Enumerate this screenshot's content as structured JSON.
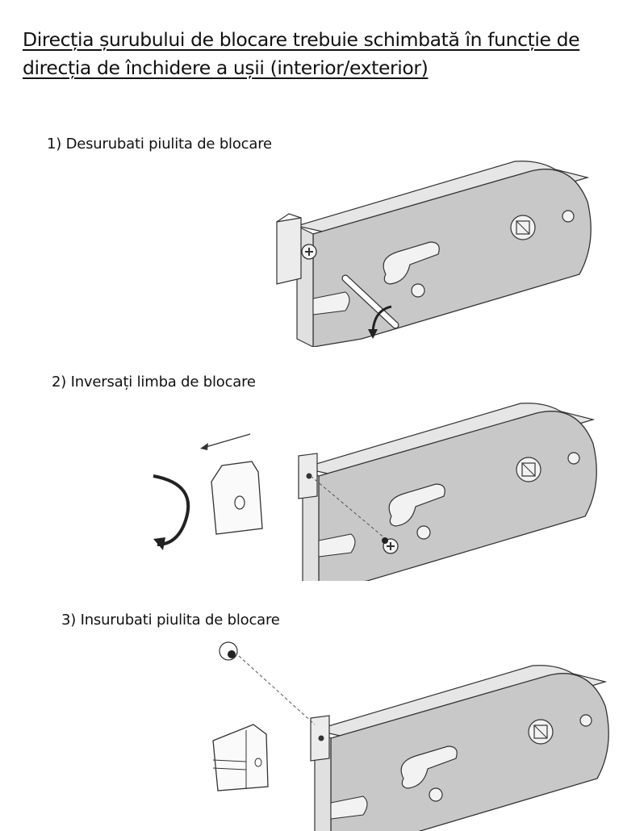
{
  "document": {
    "title": "Direcția șurubului de blocare trebuie schimbată în funcție de direcția de închidere a ușii (interior/exterior)"
  },
  "steps": [
    {
      "number": 1,
      "label": "1) Desurubati piulita de blocare",
      "figure": "lock-case-with-screwdriver"
    },
    {
      "number": 2,
      "label": "2) Inversați limba de blocare",
      "figure": "lock-case-with-removed-latch"
    },
    {
      "number": 3,
      "label": "3) Insurubati piulita de blocare",
      "figure": "lock-case-with-screw-reinserted"
    }
  ],
  "colors": {
    "lock_body": "#c8c8c8",
    "lock_edge": "#e6e6e6",
    "outline": "#333333",
    "background": "#ffffff"
  }
}
